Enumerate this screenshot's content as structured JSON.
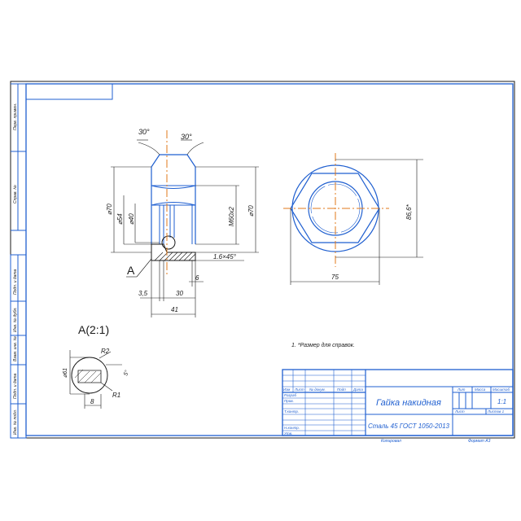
{
  "drawing": {
    "top_view_labels": {
      "chamfer_left": "30°",
      "chamfer_right": "30°",
      "dia_outer": "⌀70",
      "dia_54": "⌀54",
      "dia_40": "⌀40",
      "thread": "M60х2",
      "dia_70_right": "⌀70",
      "section_mark": "A",
      "chamfer_note": "1.6×45°",
      "dim_6": "6",
      "dim_3_5": "3,5",
      "dim_30": "30",
      "dim_41": "41"
    },
    "side_view_labels": {
      "across_corners": "86,6*",
      "width": "75"
    },
    "detail": {
      "title": "A(2:1)",
      "dia": "⌀61",
      "r2": "R2",
      "r1": "R1",
      "angle": "5°",
      "dim_8": "8"
    },
    "note": "1. *Размер для справок."
  },
  "side_stamp": {
    "cells": [
      "Перв. примен.",
      "Справ. №",
      "Подп. и дата",
      "Инв. № дубл.",
      "Взам. инв. №",
      "Подп. и дата",
      "Инв. № подл."
    ]
  },
  "title_block": {
    "header_cells": [
      "Изм",
      "Лист",
      "№ докум.",
      "Подп",
      "Дата"
    ],
    "rows": [
      "Разраб",
      "Пров.",
      "Т.контр.",
      "Н.контр.",
      "Утв."
    ],
    "part_name": "Гайка накидная",
    "material": "Сталь 45 ГОСТ 1050-2013",
    "lit_label": "Лит",
    "mass_label": "Масса",
    "scale_label": "Масштаб",
    "scale_value": "1:1",
    "sheet_label": "Лист",
    "sheets_label": "Листов 1",
    "copied": "Копировал",
    "format": "Формат  А3"
  }
}
